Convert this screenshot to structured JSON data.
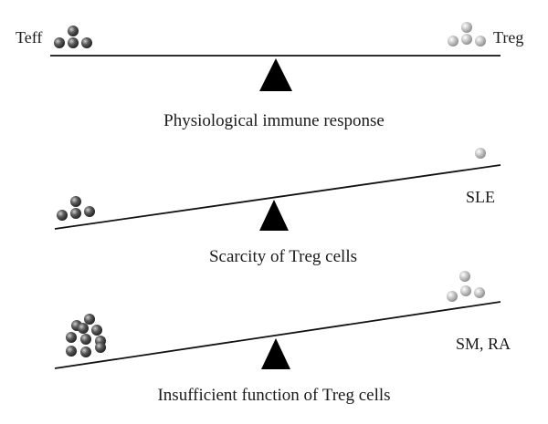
{
  "panels": [
    {
      "caption": "Physiological immune response",
      "left_label": "Teff",
      "right_label": "Treg",
      "side_label": "",
      "teff_cells": 4,
      "treg_cells": 4
    },
    {
      "caption": "Scarcity of Treg cells",
      "left_label": "",
      "right_label": "",
      "side_label": "SLE",
      "teff_cells": 4,
      "treg_cells": 1
    },
    {
      "caption": "Insufficient function of Treg cells",
      "left_label": "",
      "right_label": "",
      "side_label": "SM, RA",
      "teff_cells": 10,
      "treg_cells": 4
    }
  ],
  "colors": {
    "teff_cell": "#555555",
    "treg_cell": "#bdbdbd",
    "fulcrum": "#000000",
    "beam": "#111111"
  }
}
